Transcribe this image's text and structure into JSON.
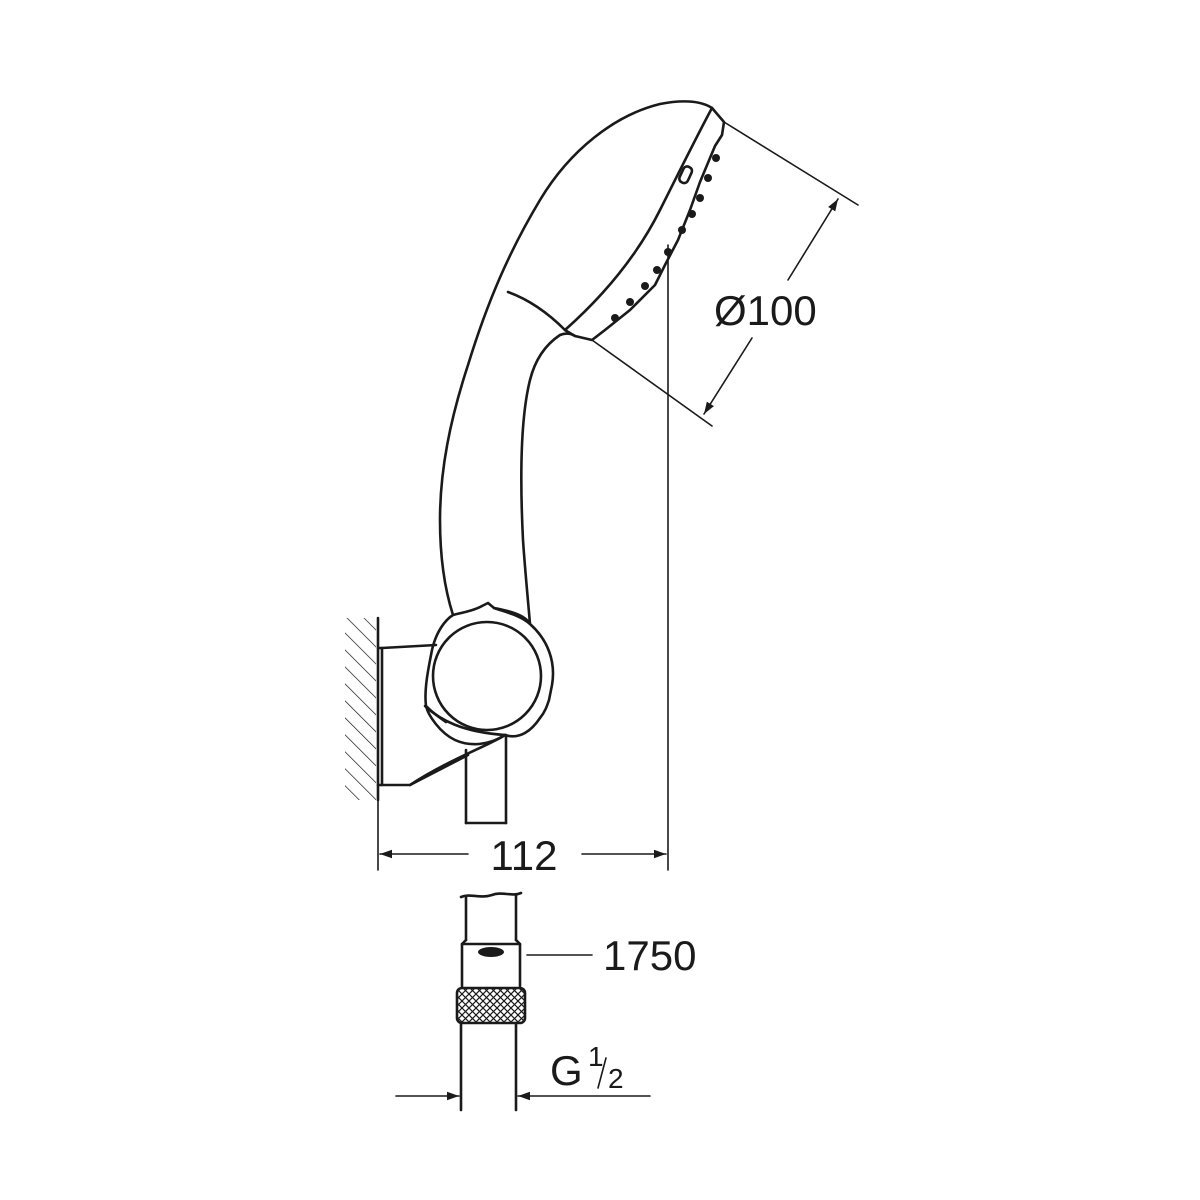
{
  "dimensions": {
    "spray_face_diameter": "Ø100",
    "projection_from_wall": "112",
    "hose_length": "1750",
    "thread_size": {
      "main": "G",
      "num": "1",
      "den": "2"
    }
  },
  "colors": {
    "line": "#1a1a1a",
    "background": "#ffffff"
  }
}
